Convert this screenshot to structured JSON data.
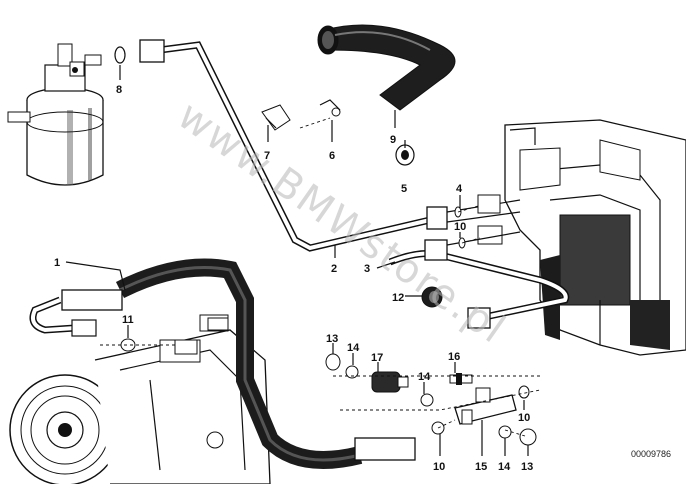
{
  "watermark": "www.BMWstore.pl",
  "doc_number": "00009786",
  "callouts": {
    "c1": "1",
    "c2": "2",
    "c3": "3",
    "c4": "4",
    "c5": "5",
    "c6": "6",
    "c7": "7",
    "c8": "8",
    "c9": "9",
    "c10a": "10",
    "c10b": "10",
    "c10c": "10",
    "c11": "11",
    "c12": "12",
    "c13a": "13",
    "c13b": "13",
    "c14a": "14",
    "c14b": "14",
    "c14c": "14",
    "c15": "15",
    "c16": "16",
    "c17": "17"
  }
}
